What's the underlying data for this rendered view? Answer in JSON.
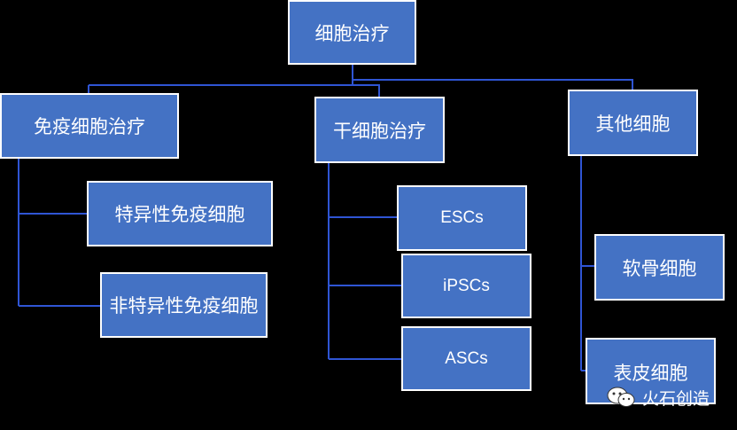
{
  "diagram": {
    "root": "细胞治疗",
    "branches": [
      {
        "label": "免疫细胞治疗",
        "children": [
          "特异性免疫细胞",
          "非特异性免疫细胞"
        ]
      },
      {
        "label": "干细胞治疗",
        "children": [
          "ESCs",
          "iPSCs",
          "ASCs"
        ]
      },
      {
        "label": "其他细胞",
        "children": [
          "软骨细胞",
          "表皮细胞"
        ]
      }
    ]
  },
  "watermark": "火石创造",
  "colors": {
    "background": "#000000",
    "node_fill": "#4472C4",
    "node_border": "#FFFFFF",
    "connector": "#2F55D4",
    "text": "#FFFFFF"
  }
}
